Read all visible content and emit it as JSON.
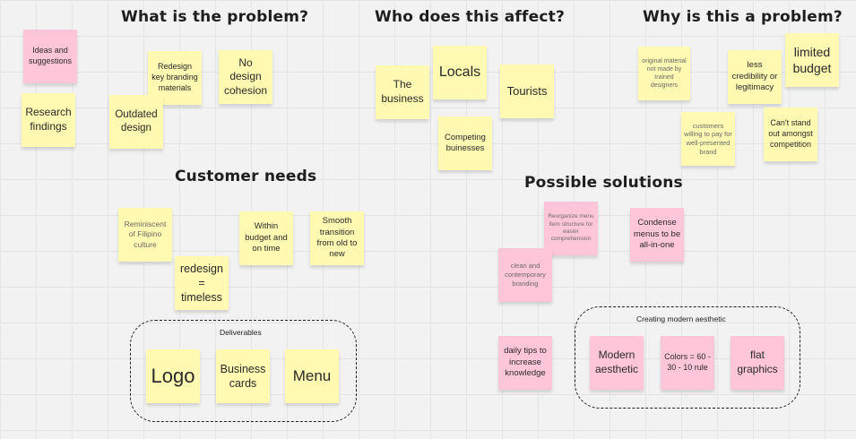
{
  "headings": {
    "problem": "What is the problem?",
    "affect": "Who does this affect?",
    "why": "Why is this a problem?",
    "customer_needs": "Customer needs",
    "solutions": "Possible solutions"
  },
  "problem_notes": {
    "ideas": "Ideas and suggestions",
    "research": "Research findings",
    "redesign_key": "Redesign key branding materials",
    "outdated": "Outdated design",
    "no_design": "No design cohesion"
  },
  "affect_notes": {
    "business": "The business",
    "locals": "Locals",
    "tourists": "Tourists",
    "competing": "Competing buinesses"
  },
  "why_notes": {
    "original_material": "original material not made by trained designers",
    "credibility": "less credibility or legitimacy",
    "limited_budget": "limited budget",
    "customers_willing": "customers willing to pay for well-presented brand",
    "cant_stand_out": "Can't stand out amongst competition"
  },
  "needs_notes": {
    "filipino": "Reminiscent of Filipino culture",
    "timeless": "redesign = timeless",
    "budget_time": "Within budget and on time",
    "transition": "Smooth transition from old to new"
  },
  "deliverables": {
    "title": "Deliverables",
    "logo": "Logo",
    "cards": "Business cards",
    "menu": "Menu"
  },
  "solutions_notes": {
    "reorganize": "Reorganize menu item structure for easier comprehension",
    "condense": "Condense menus to be all-in-one",
    "clean": "clean and contemporary branding",
    "daily_tips": "daily tips to increase knowledge"
  },
  "modern_aesthetic": {
    "title": "Creating modern aesthetic",
    "modern": "Modern aesthetic",
    "colors": "Colors = 60 - 30 - 10 rule",
    "flat": "flat graphics"
  },
  "colors": {
    "yellow_sticky": "#fff9b1",
    "pink_sticky": "#ffc6d9",
    "canvas": "#f2f2f2"
  }
}
